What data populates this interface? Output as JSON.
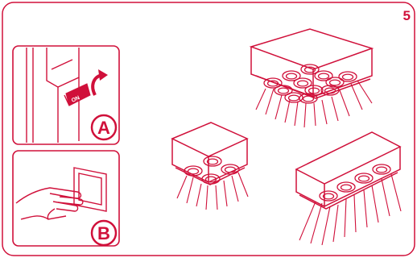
{
  "step_number": "5",
  "panel_a": {
    "label": "A",
    "switch_text": "ON"
  },
  "panel_b": {
    "label": "B"
  },
  "colors": {
    "accent": "#d0103a",
    "background": "#ffffff"
  }
}
